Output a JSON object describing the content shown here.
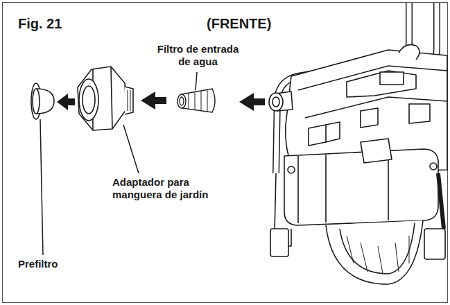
{
  "diagram": {
    "labels": [
      "Fig. 21",
      "(FRENTE)",
      "Filtro de entrada de agua",
      "Adaptador para manguera de jardín",
      "Prefiltro"
    ]
  }
}
